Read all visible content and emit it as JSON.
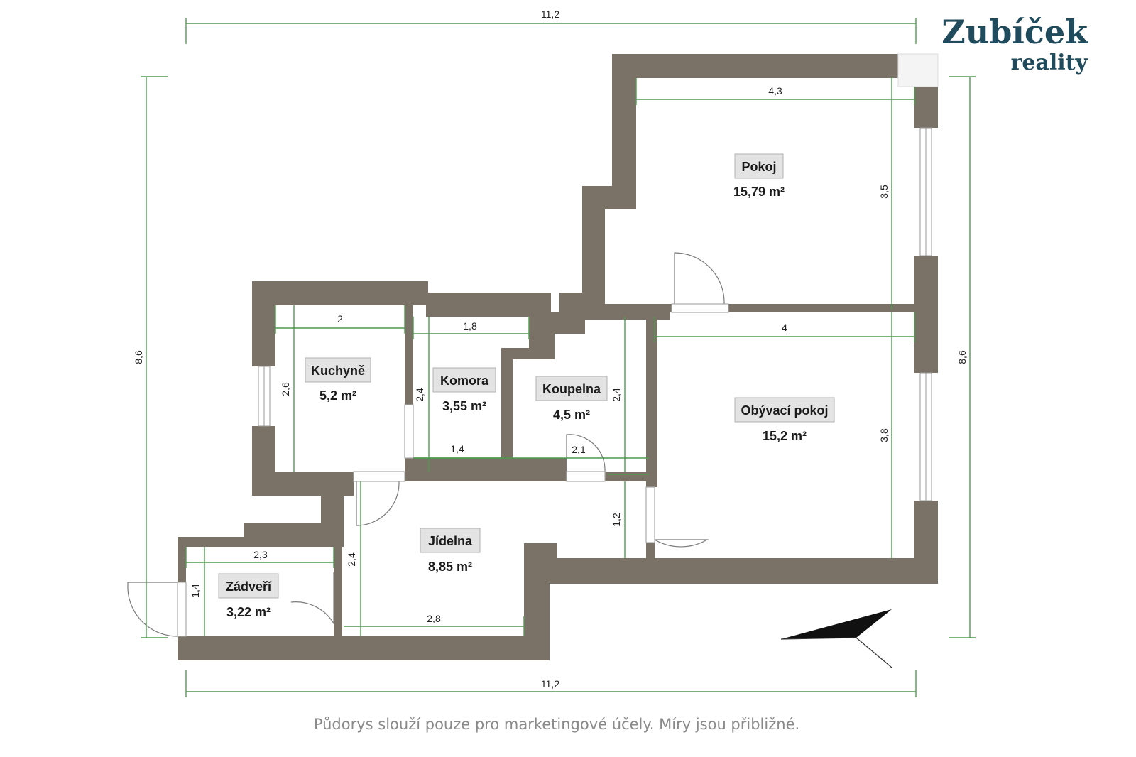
{
  "brand": {
    "name": "Zubíček",
    "subtitle": "reality"
  },
  "colors": {
    "wall": "#7a7266",
    "dimension": "#4f9a4f",
    "brand": "#1f4b5c"
  },
  "rooms": [
    {
      "name": "Pokoj",
      "area": "15,79 m²"
    },
    {
      "name": "Kuchyně",
      "area": "5,2 m²"
    },
    {
      "name": "Komora",
      "area": "3,55 m²"
    },
    {
      "name": "Koupelna",
      "area": "4,5 m²"
    },
    {
      "name": "Obývací pokoj",
      "area": "15,2 m²"
    },
    {
      "name": "Jídelna",
      "area": "8,85 m²"
    },
    {
      "name": "Zádveří",
      "area": "3,22 m²"
    }
  ],
  "dimensions": {
    "overall_top": "11,2",
    "overall_bottom": "11,2",
    "overall_left": "8,6",
    "overall_right": "8,6",
    "pokoj_width": "4,3",
    "pokoj_height": "3,5",
    "obyvaci_width": "4",
    "obyvaci_height": "3,8",
    "kuchyne_width": "2",
    "kuchyne_height": "2,6",
    "komora_width_top": "1,8",
    "komora_height": "2,4",
    "komora_width_bottom": "1,4",
    "koupelna_height": "2,4",
    "koupelna_door": "2,1",
    "chodba_height": "1,2",
    "jidelna_height": "2,4",
    "jidelna_width": "2,8",
    "zadveri_width": "2,3",
    "zadveri_height": "1,4"
  },
  "compass": {
    "icon": "north-arrow-icon"
  },
  "footer": {
    "disclaimer": "Půdorys slouží pouze pro marketingové účely. Míry jsou přibližné."
  }
}
